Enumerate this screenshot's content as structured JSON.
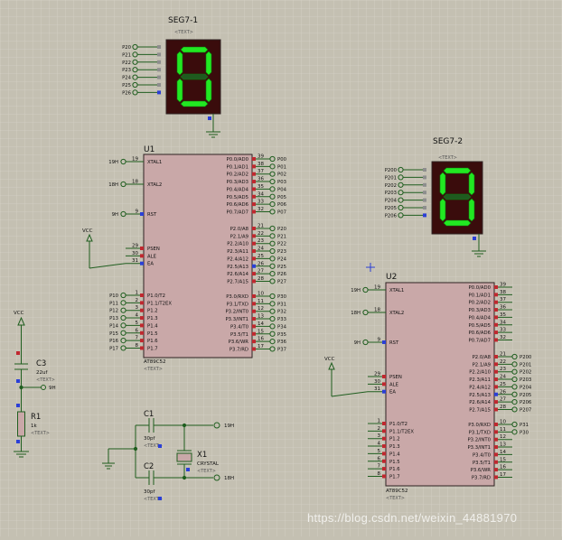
{
  "seg1": {
    "title": "SEG7-1",
    "text": "<TEXT>",
    "pins": [
      "P20",
      "P21",
      "P22",
      "P23",
      "P24",
      "P25",
      "P26"
    ],
    "digit": "0"
  },
  "seg2": {
    "title": "SEG7-2",
    "text": "<TEXT>",
    "pins": [
      "P200",
      "P201",
      "P202",
      "P203",
      "P204",
      "P205",
      "P206"
    ],
    "digit": "0"
  },
  "u1": {
    "ref": "U1",
    "part": "AT89C52",
    "text": "<TEXT>",
    "xtal1": {
      "pin": "19",
      "label": "XTAL1",
      "net": "19H"
    },
    "xtal2": {
      "pin": "18",
      "label": "XTAL2",
      "net": "18H"
    },
    "rst": {
      "pin": "9",
      "label": "RST",
      "net": "9H"
    },
    "vcc": "VCC",
    "ctrl": [
      {
        "pin": "29",
        "label": "PSEN"
      },
      {
        "pin": "30",
        "label": "ALE"
      },
      {
        "pin": "31",
        "label": "EA"
      }
    ],
    "p1": [
      {
        "pin": "1",
        "label": "P1.0/T2",
        "net": "P10"
      },
      {
        "pin": "2",
        "label": "P1.1/T2EX",
        "net": "P11"
      },
      {
        "pin": "3",
        "label": "P1.2",
        "net": "P12"
      },
      {
        "pin": "4",
        "label": "P1.3",
        "net": "P13"
      },
      {
        "pin": "5",
        "label": "P1.4",
        "net": "P14"
      },
      {
        "pin": "6",
        "label": "P1.5",
        "net": "P15"
      },
      {
        "pin": "7",
        "label": "P1.6",
        "net": "P16"
      },
      {
        "pin": "8",
        "label": "P1.7",
        "net": "P17"
      }
    ],
    "p0": [
      {
        "pin": "39",
        "label": "P0.0/AD0",
        "net": "P00"
      },
      {
        "pin": "38",
        "label": "P0.1/AD1",
        "net": "P01"
      },
      {
        "pin": "37",
        "label": "P0.2/AD2",
        "net": "P02"
      },
      {
        "pin": "36",
        "label": "P0.3/AD3",
        "net": "P03"
      },
      {
        "pin": "35",
        "label": "P0.4/AD4",
        "net": "P04"
      },
      {
        "pin": "34",
        "label": "P0.5/AD5",
        "net": "P05"
      },
      {
        "pin": "33",
        "label": "P0.6/AD6",
        "net": "P06"
      },
      {
        "pin": "32",
        "label": "P0.7/AD7",
        "net": "P07"
      }
    ],
    "p2": [
      {
        "pin": "21",
        "label": "P2.0/A8",
        "net": "P20"
      },
      {
        "pin": "22",
        "label": "P2.1/A9",
        "net": "P21"
      },
      {
        "pin": "23",
        "label": "P2.2/A10",
        "net": "P22"
      },
      {
        "pin": "24",
        "label": "P2.3/A11",
        "net": "P23"
      },
      {
        "pin": "25",
        "label": "P2.4/A12",
        "net": "P24"
      },
      {
        "pin": "26",
        "label": "P2.5/A13",
        "net": "P25"
      },
      {
        "pin": "27",
        "label": "P2.6/A14",
        "net": "P26"
      },
      {
        "pin": "28",
        "label": "P2.7/A15",
        "net": "P27"
      }
    ],
    "p3": [
      {
        "pin": "10",
        "label": "P3.0/RXD",
        "net": "P30"
      },
      {
        "pin": "11",
        "label": "P3.1/TXD",
        "net": "P31"
      },
      {
        "pin": "12",
        "label": "P3.2/INT0",
        "net": "P32"
      },
      {
        "pin": "13",
        "label": "P3.3/INT1",
        "net": "P33"
      },
      {
        "pin": "14",
        "label": "P3.4/T0",
        "net": "P34"
      },
      {
        "pin": "15",
        "label": "P3.5/T1",
        "net": "P35"
      },
      {
        "pin": "16",
        "label": "P3.6/WR",
        "net": "P36"
      },
      {
        "pin": "17",
        "label": "P3.7/RD",
        "net": "P37"
      }
    ]
  },
  "u2": {
    "ref": "U2",
    "part": "AT89C52",
    "text": "<TEXT>",
    "xtal1": {
      "pin": "19",
      "label": "XTAL1",
      "net": "19H"
    },
    "xtal2": {
      "pin": "18",
      "label": "XTAL2",
      "net": "18H"
    },
    "rst": {
      "pin": "9",
      "label": "RST",
      "net": "9H"
    },
    "vcc": "VCC",
    "ctrl": [
      {
        "pin": "29",
        "label": "PSEN"
      },
      {
        "pin": "30",
        "label": "ALE"
      },
      {
        "pin": "31",
        "label": "EA"
      }
    ],
    "p1": [
      {
        "pin": "1",
        "label": "P1.0/T2"
      },
      {
        "pin": "2",
        "label": "P1.1/T2EX"
      },
      {
        "pin": "3",
        "label": "P1.2"
      },
      {
        "pin": "4",
        "label": "P1.3"
      },
      {
        "pin": "5",
        "label": "P1.4"
      },
      {
        "pin": "6",
        "label": "P1.5"
      },
      {
        "pin": "7",
        "label": "P1.6"
      },
      {
        "pin": "8",
        "label": "P1.7"
      }
    ],
    "p0": [
      {
        "pin": "39",
        "label": "P0.0/AD0"
      },
      {
        "pin": "38",
        "label": "P0.1/AD1"
      },
      {
        "pin": "37",
        "label": "P0.2/AD2"
      },
      {
        "pin": "36",
        "label": "P0.3/AD3"
      },
      {
        "pin": "35",
        "label": "P0.4/AD4"
      },
      {
        "pin": "34",
        "label": "P0.5/AD5"
      },
      {
        "pin": "33",
        "label": "P0.6/AD6"
      },
      {
        "pin": "32",
        "label": "P0.7/AD7"
      }
    ],
    "p2": [
      {
        "pin": "21",
        "label": "P2.0/A8",
        "net": "P200"
      },
      {
        "pin": "22",
        "label": "P2.1/A9",
        "net": "P201"
      },
      {
        "pin": "23",
        "label": "P2.2/A10",
        "net": "P202"
      },
      {
        "pin": "24",
        "label": "P2.3/A11",
        "net": "P203"
      },
      {
        "pin": "25",
        "label": "P2.4/A12",
        "net": "P204"
      },
      {
        "pin": "26",
        "label": "P2.5/A13",
        "net": "P205"
      },
      {
        "pin": "27",
        "label": "P2.6/A14",
        "net": "P206"
      },
      {
        "pin": "28",
        "label": "P2.7/A15",
        "net": "P207"
      }
    ],
    "p3": [
      {
        "pin": "10",
        "label": "P3.0/RXD",
        "net": "P31"
      },
      {
        "pin": "11",
        "label": "P3.1/TXD",
        "net": "P30"
      },
      {
        "pin": "12",
        "label": "P3.2/INT0"
      },
      {
        "pin": "13",
        "label": "P3.3/INT1"
      },
      {
        "pin": "14",
        "label": "P3.4/T0"
      },
      {
        "pin": "15",
        "label": "P3.5/T1"
      },
      {
        "pin": "16",
        "label": "P3.6/WR"
      },
      {
        "pin": "17",
        "label": "P3.7/RD"
      }
    ]
  },
  "reset_circuit": {
    "vcc": "VCC",
    "c3": "C3",
    "c3_value": "22uf",
    "c3_text": "<TEXT>",
    "r1": "R1",
    "r1_value": "1k",
    "r1_text": "<TEXT>",
    "net": "9H"
  },
  "crystal_circuit": {
    "c1": "C1",
    "c1_value": "30pf",
    "c1_text": "<TEXT>",
    "c2": "C2",
    "c2_value": "30pf",
    "c2_text": "<TEXT>",
    "x1": "X1",
    "x1_value": "CRYSTAL",
    "x1_text": "<TEXT>",
    "net_top": "19H",
    "net_bottom": "18H"
  },
  "watermark": "https://blog.csdn.net/weixin_44881970",
  "colors": {
    "background": "#c4c0b2",
    "grid": "#d6d2c6",
    "chip": "#c9a8a8",
    "outline": "#2e2222",
    "wire": "#1f5e1f",
    "display": "#3a0c0c",
    "segment_on": "#22e822",
    "segment_off": "#1f5a1f",
    "pin_red": "#c0282f",
    "pin_blue": "#2b3fd6",
    "pin_grey": "#8e8e8e"
  }
}
